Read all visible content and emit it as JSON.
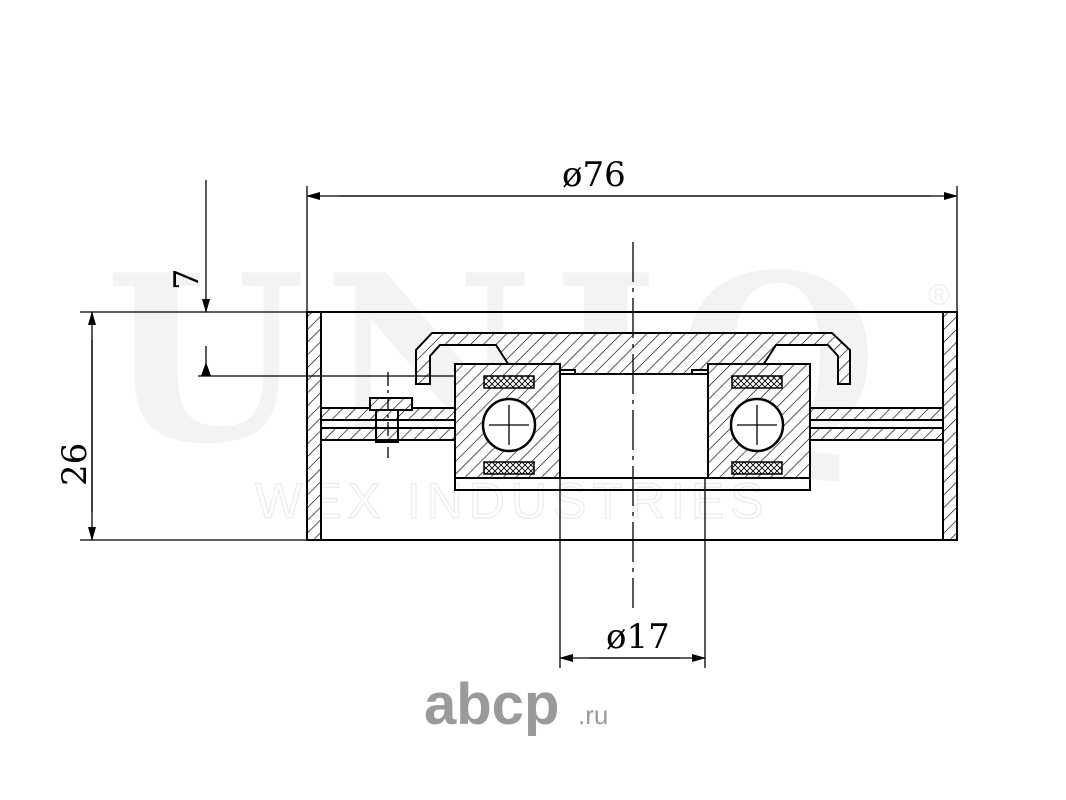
{
  "dimensions": {
    "outer_diameter": "ø76",
    "bore_diameter": "ø17",
    "width": "26",
    "offset": "7"
  },
  "watermark": {
    "brand": "UNIQ",
    "registered": "®",
    "subtitle": "WEX INDUSTRIES"
  },
  "site_logo": {
    "name": "abcp",
    "tld": ".ru"
  }
}
